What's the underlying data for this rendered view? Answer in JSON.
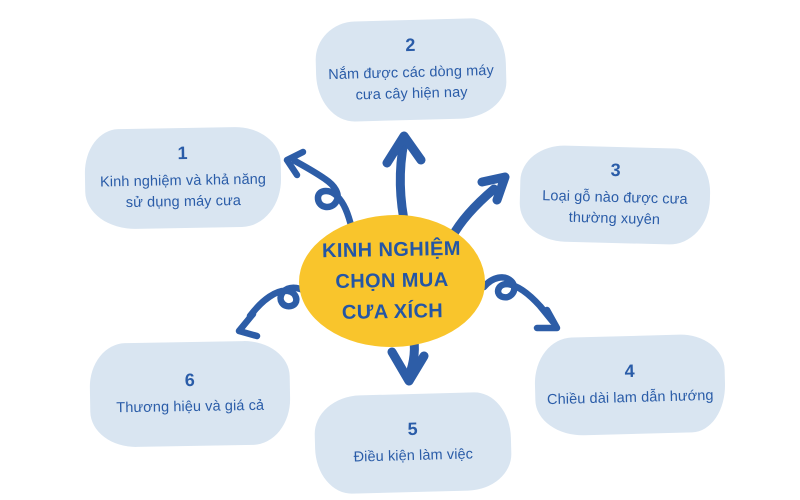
{
  "page": {
    "background": "#ffffff",
    "type": "mindmap-infographic"
  },
  "colors": {
    "center_fill": "#f9c52c",
    "node_fill": "#d9e5f1",
    "text_blue": "#2a5ca8",
    "center_text_blue": "#2456a5",
    "arrow_blue": "#2d5da7"
  },
  "center": {
    "lines": [
      "KINH NGHIỆM",
      "CHỌN MUA",
      "CƯA XÍCH"
    ]
  },
  "nodes": [
    {
      "number": "1",
      "label": "Kinh nghiệm và khả năng sử dụng máy cưa"
    },
    {
      "number": "2",
      "label": "Nắm được các dòng máy cưa cây hiện nay"
    },
    {
      "number": "3",
      "label": "Loại gỗ nào được cưa thường xuyên"
    },
    {
      "number": "4",
      "label": "Chiều dài lam dẫn hướng"
    },
    {
      "number": "5",
      "label": "Điều kiện làm việc"
    },
    {
      "number": "6",
      "label": "Thương hiệu và giá cả"
    }
  ],
  "arrows": [
    {
      "name": "arrow-to-node-1",
      "style": "curled",
      "direction": "upper-left"
    },
    {
      "name": "arrow-to-node-2",
      "style": "straight",
      "direction": "up"
    },
    {
      "name": "arrow-to-node-3",
      "style": "straight",
      "direction": "upper-right"
    },
    {
      "name": "arrow-to-node-4",
      "style": "curled",
      "direction": "lower-right"
    },
    {
      "name": "arrow-to-node-5",
      "style": "straight",
      "direction": "down"
    },
    {
      "name": "arrow-to-node-6",
      "style": "curled",
      "direction": "lower-left"
    }
  ]
}
